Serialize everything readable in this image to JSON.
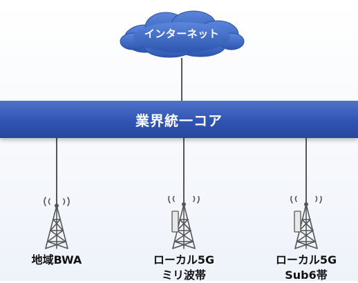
{
  "cloud": {
    "label": "インターネット"
  },
  "core": {
    "label": "業界統一コア"
  },
  "sites": [
    {
      "line1": "地域BWA",
      "line2": "",
      "icon": "radio-tower-icon",
      "has_panel": false
    },
    {
      "line1": "ローカル5G",
      "line2": "ミリ波帯",
      "icon": "radio-tower-icon",
      "has_panel": true
    },
    {
      "line1": "ローカル5G",
      "line2": "Sub6帯",
      "icon": "radio-tower-icon",
      "has_panel": true
    }
  ],
  "colors": {
    "cloud": "#3a66c4",
    "core": "#2f54b2",
    "line": "#555555",
    "tower": "#555555"
  }
}
